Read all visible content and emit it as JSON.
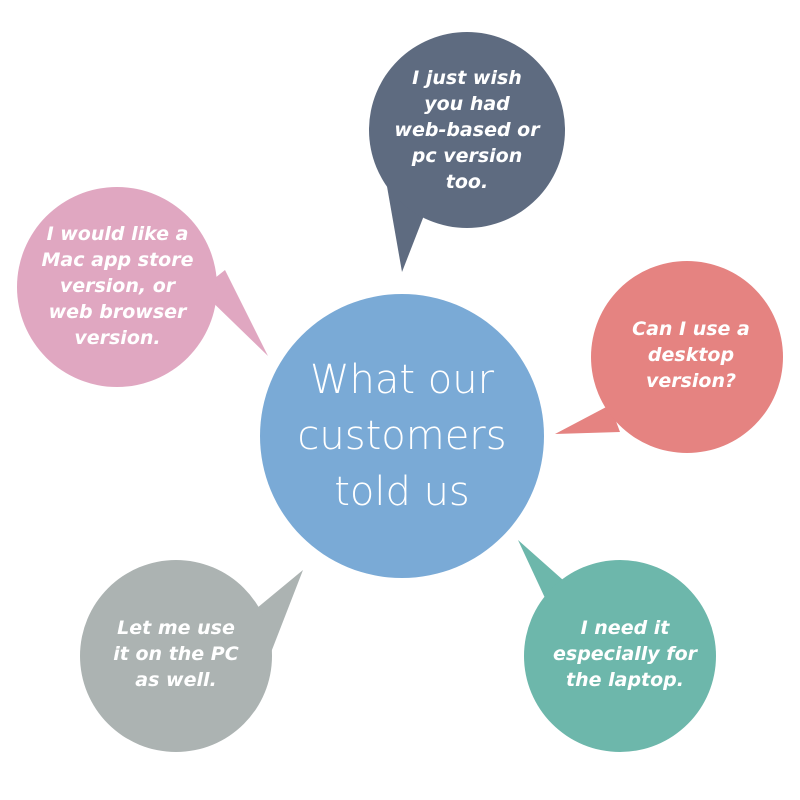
{
  "colors": {
    "center": "#7aaad6",
    "top": "#5e6b80",
    "left": "#e0a7c1",
    "right": "#e58381",
    "bottom_left": "#acb3b2",
    "bottom_right": "#6db7ab"
  },
  "center": {
    "text": "What our\ncustomers\ntold us"
  },
  "quotes": {
    "top": "I just wish\nyou had\nweb-based or\npc version\ntoo.",
    "left": "I would like a\nMac app store\nversion, or\nweb browser\nversion.",
    "right": "Can I use a\ndesktop\nversion?",
    "bottom_left": "Let me use\nit on the PC\nas well.",
    "bottom_right": "I need it\nespecially for\nthe laptop."
  }
}
